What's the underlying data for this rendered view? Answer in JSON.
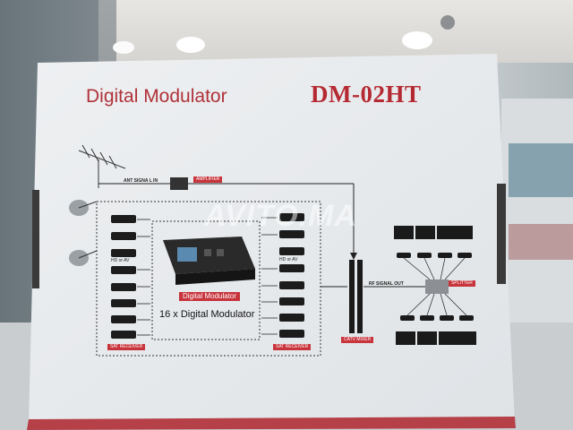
{
  "box": {
    "title": "Digital Modulator",
    "model": "DM-02HT",
    "ant_signal": "ANT SIGNA L IN",
    "amplifier_tag": "AMPLIFIER",
    "hd_left": "HD or AV",
    "hd_right": "HD or AV",
    "device_tag": "Digital Modulator",
    "device_caption": "16 x Digital Modulator",
    "rf_out": "RF SIGNAL OUT",
    "splitter_tag": "SPLITTER",
    "mixer_tag": "CATV MIXER",
    "receiver_left_tag": "SAT RECEIVER",
    "receiver_right_tag": "SAT RECEIVER",
    "watermark": "AVITO.MA"
  },
  "colors": {
    "accent": "#c8343c",
    "box_face": "#e9ecef",
    "arrow": "#222222"
  }
}
